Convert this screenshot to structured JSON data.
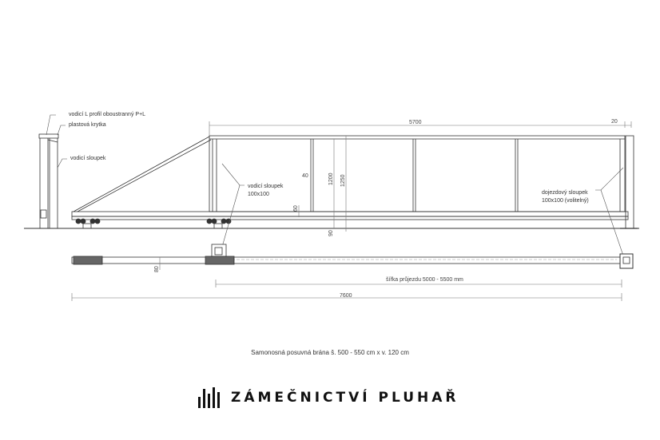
{
  "labels": {
    "guide_profile": "vodicí  L  profil  oboustranný  P+L",
    "plastic_cover": "plastová  krytka",
    "guide_post": "vodicí  sloupek",
    "guide_post_main": "vodicí  sloupek",
    "guide_post_size": "100x100",
    "end_post": "dojezdový  sloupek",
    "end_post_size": "100x100  (volitelný)"
  },
  "dimensions": {
    "gate_length": "5700",
    "end_offset": "20",
    "profile_40": "40",
    "height_1200": "1200",
    "height_1250": "1250",
    "beam_60": "60",
    "bottom_90": "90",
    "plan_80": "80",
    "passage_width": "šířka průjezdu 5000 - 5500 mm",
    "total_length": "7600"
  },
  "caption": "Samonosná posuvná brána š. 500 - 550 cm x v. 120 cm",
  "logo": {
    "text": "ZÁMEČNICTVÍ PLUHAŘ",
    "icon": "logo-bars-icon",
    "color": "#111111"
  },
  "colors": {
    "line": "#333333",
    "dim_line": "#777777",
    "background": "#ffffff"
  }
}
